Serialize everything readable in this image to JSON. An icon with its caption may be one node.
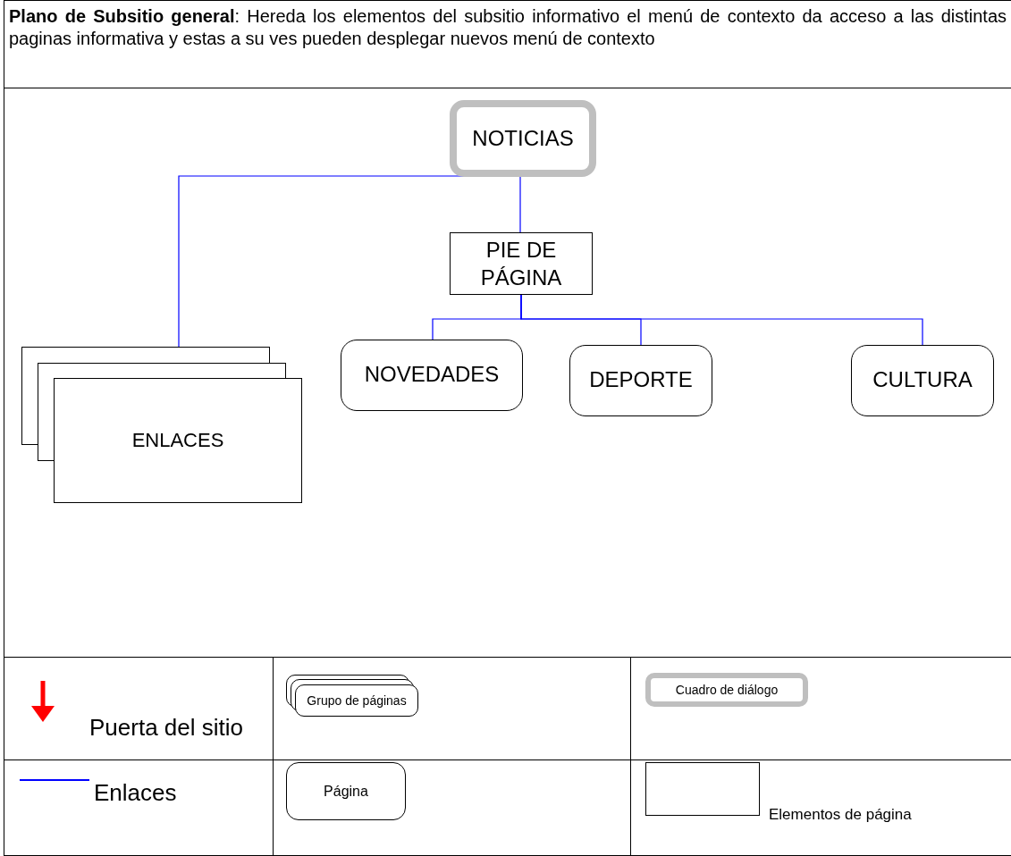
{
  "diagram": {
    "title": "**Plano de Subsitio general**: Hereda los elementos del subsitio informativo el menú de contexto da acceso a las distintas paginas informativa y estas a su ves pueden desplegar nuevos menú de contexto",
    "nodes": [
      {
        "text": [
          "NOTICIAS"
        ]
      },
      {
        "text": [
          "PIE DE PÁGINA"
        ]
      },
      {
        "text": [
          "ENLACES"
        ]
      },
      {
        "text": [
          "NOVEDADES"
        ]
      },
      {
        "text": [
          "DEPORTE"
        ]
      },
      {
        "text": [
          "CULTURA"
        ]
      }
    ],
    "edges": [
      {
        "from": 0,
        "to": 1,
        "arrow": "none"
      },
      {
        "from": 0,
        "to": 2,
        "arrow": "none"
      },
      {
        "from": 1,
        "to": 3,
        "arrow": "none"
      },
      {
        "from": 1,
        "to": 4,
        "arrow": "none"
      },
      {
        "from": 1,
        "to": 5,
        "arrow": "none"
      }
    ],
    "legend": [
      {
        "text": "Puerta del sitio"
      },
      {
        "text": "Grupo de páginas"
      },
      {
        "text": "Cuadro de diálogo"
      },
      {
        "text": "Enlaces"
      },
      {
        "text": "Página"
      },
      {
        "text": "Elementos de página"
      }
    ]
  }
}
